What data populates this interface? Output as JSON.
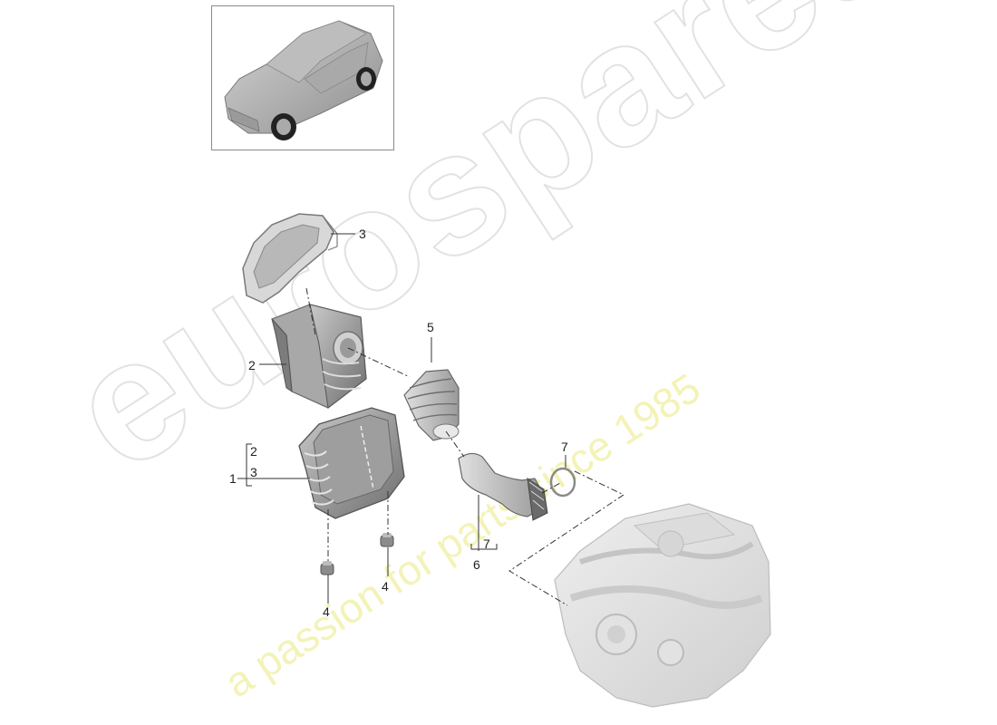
{
  "watermark": {
    "brand": "eurospares",
    "tagline": "a passion for parts since 1985",
    "brand_color": "#e6e6e6",
    "tagline_color": "#f3f3b8"
  },
  "thumbnail": {
    "subject": "car-suv-isometric",
    "border_color": "#8a8a8a"
  },
  "parts": [
    {
      "id": "1",
      "callout": "1",
      "name": "air-filter-housing-lower",
      "includes": [
        "2",
        "3"
      ]
    },
    {
      "id": "2",
      "callout": "2",
      "name": "air-filter-element"
    },
    {
      "id": "3",
      "callout": "3",
      "name": "air-filter-housing-gasket-cover"
    },
    {
      "id": "4a",
      "callout": "4",
      "name": "rubber-mount-left"
    },
    {
      "id": "4b",
      "callout": "4",
      "name": "rubber-mount-right"
    },
    {
      "id": "5",
      "callout": "5",
      "name": "intake-bellows-hose"
    },
    {
      "id": "6",
      "callout": "6",
      "name": "intake-pipe",
      "includes": [
        "7"
      ]
    },
    {
      "id": "7",
      "callout": "7",
      "name": "o-ring-seal"
    },
    {
      "id": "engine",
      "callout": "",
      "name": "engine-assembly"
    }
  ],
  "labels": {
    "l1": "1",
    "l1_sub_a": "2",
    "l1_sub_b": "3",
    "l2": "2",
    "l3": "3",
    "l4_left": "4",
    "l4_right": "4",
    "l5": "5",
    "l6": "6",
    "l6_sub": "7",
    "l7": "7"
  }
}
